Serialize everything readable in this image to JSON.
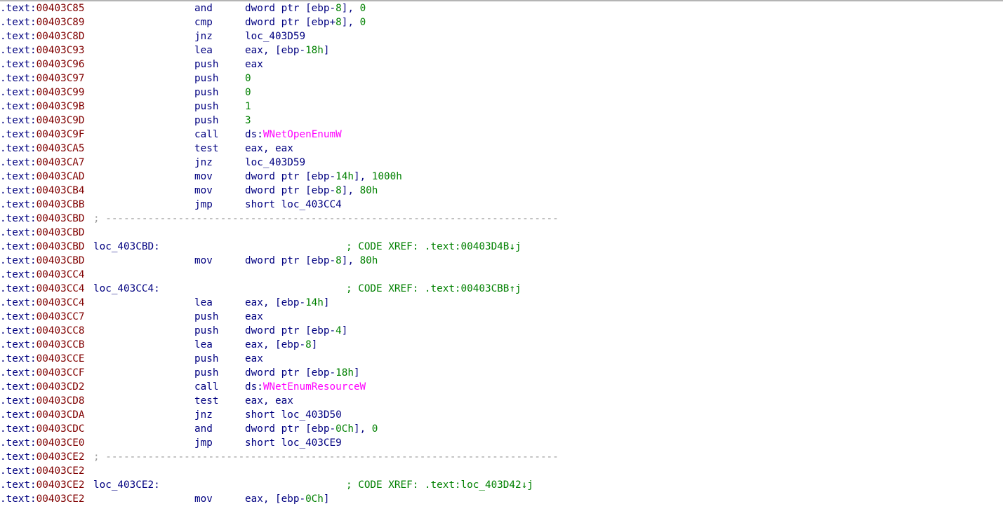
{
  "colors": {
    "section": "#000080",
    "offset": "#800000",
    "instruction": "#000080",
    "number": "#008000",
    "import": "#ff00ff",
    "comment": "#008000",
    "separator": "#9a9a9a"
  },
  "lines": [
    {
      "type": "ins",
      "section": ".text",
      "offset": "00403C85",
      "mnem": "and",
      "ops": [
        {
          "t": "dword ptr [ebp-"
        },
        {
          "t": "8",
          "c": "num"
        },
        {
          "t": "], "
        },
        {
          "t": "0",
          "c": "num"
        }
      ]
    },
    {
      "type": "ins",
      "section": ".text",
      "offset": "00403C89",
      "mnem": "cmp",
      "ops": [
        {
          "t": "dword ptr [ebp+"
        },
        {
          "t": "8",
          "c": "num"
        },
        {
          "t": "], "
        },
        {
          "t": "0",
          "c": "num"
        }
      ]
    },
    {
      "type": "ins",
      "section": ".text",
      "offset": "00403C8D",
      "mnem": "jnz",
      "ops": [
        {
          "t": "loc_403D59"
        }
      ]
    },
    {
      "type": "ins",
      "section": ".text",
      "offset": "00403C93",
      "mnem": "lea",
      "ops": [
        {
          "t": "eax, [ebp-"
        },
        {
          "t": "18h",
          "c": "num"
        },
        {
          "t": "]"
        }
      ]
    },
    {
      "type": "ins",
      "section": ".text",
      "offset": "00403C96",
      "mnem": "push",
      "ops": [
        {
          "t": "eax"
        }
      ]
    },
    {
      "type": "ins",
      "section": ".text",
      "offset": "00403C97",
      "mnem": "push",
      "ops": [
        {
          "t": "0",
          "c": "num"
        }
      ]
    },
    {
      "type": "ins",
      "section": ".text",
      "offset": "00403C99",
      "mnem": "push",
      "ops": [
        {
          "t": "0",
          "c": "num"
        }
      ]
    },
    {
      "type": "ins",
      "section": ".text",
      "offset": "00403C9B",
      "mnem": "push",
      "ops": [
        {
          "t": "1",
          "c": "num"
        }
      ]
    },
    {
      "type": "ins",
      "section": ".text",
      "offset": "00403C9D",
      "mnem": "push",
      "ops": [
        {
          "t": "3",
          "c": "num"
        }
      ]
    },
    {
      "type": "ins",
      "section": ".text",
      "offset": "00403C9F",
      "mnem": "call",
      "ops": [
        {
          "t": "ds:"
        },
        {
          "t": "WNetOpenEnumW",
          "c": "imp"
        }
      ]
    },
    {
      "type": "ins",
      "section": ".text",
      "offset": "00403CA5",
      "mnem": "test",
      "ops": [
        {
          "t": "eax, eax"
        }
      ]
    },
    {
      "type": "ins",
      "section": ".text",
      "offset": "00403CA7",
      "mnem": "jnz",
      "ops": [
        {
          "t": "loc_403D59"
        }
      ]
    },
    {
      "type": "ins",
      "section": ".text",
      "offset": "00403CAD",
      "mnem": "mov",
      "ops": [
        {
          "t": "dword ptr [ebp-"
        },
        {
          "t": "14h",
          "c": "num"
        },
        {
          "t": "], "
        },
        {
          "t": "1000h",
          "c": "num"
        }
      ]
    },
    {
      "type": "ins",
      "section": ".text",
      "offset": "00403CB4",
      "mnem": "mov",
      "ops": [
        {
          "t": "dword ptr [ebp-"
        },
        {
          "t": "8",
          "c": "num"
        },
        {
          "t": "], "
        },
        {
          "t": "80h",
          "c": "num"
        }
      ]
    },
    {
      "type": "ins",
      "section": ".text",
      "offset": "00403CBB",
      "mnem": "jmp",
      "ops": [
        {
          "t": "short loc_403CC4"
        }
      ]
    },
    {
      "type": "sep",
      "section": ".text",
      "offset": "00403CBD",
      "text": "; ---------------------------------------------------------------------------"
    },
    {
      "type": "blank",
      "section": ".text",
      "offset": "00403CBD"
    },
    {
      "type": "label",
      "section": ".text",
      "offset": "00403CBD",
      "label": "loc_403CBD:",
      "comment": "; CODE XREF: .text:00403D4B↓j"
    },
    {
      "type": "ins",
      "section": ".text",
      "offset": "00403CBD",
      "mnem": "mov",
      "ops": [
        {
          "t": "dword ptr [ebp-"
        },
        {
          "t": "8",
          "c": "num"
        },
        {
          "t": "], "
        },
        {
          "t": "80h",
          "c": "num"
        }
      ]
    },
    {
      "type": "blank",
      "section": ".text",
      "offset": "00403CC4"
    },
    {
      "type": "label",
      "section": ".text",
      "offset": "00403CC4",
      "label": "loc_403CC4:",
      "comment": "; CODE XREF: .text:00403CBB↑j"
    },
    {
      "type": "ins",
      "section": ".text",
      "offset": "00403CC4",
      "mnem": "lea",
      "ops": [
        {
          "t": "eax, [ebp-"
        },
        {
          "t": "14h",
          "c": "num"
        },
        {
          "t": "]"
        }
      ]
    },
    {
      "type": "ins",
      "section": ".text",
      "offset": "00403CC7",
      "mnem": "push",
      "ops": [
        {
          "t": "eax"
        }
      ]
    },
    {
      "type": "ins",
      "section": ".text",
      "offset": "00403CC8",
      "mnem": "push",
      "ops": [
        {
          "t": "dword ptr [ebp-"
        },
        {
          "t": "4",
          "c": "num"
        },
        {
          "t": "]"
        }
      ]
    },
    {
      "type": "ins",
      "section": ".text",
      "offset": "00403CCB",
      "mnem": "lea",
      "ops": [
        {
          "t": "eax, [ebp-"
        },
        {
          "t": "8",
          "c": "num"
        },
        {
          "t": "]"
        }
      ]
    },
    {
      "type": "ins",
      "section": ".text",
      "offset": "00403CCE",
      "mnem": "push",
      "ops": [
        {
          "t": "eax"
        }
      ]
    },
    {
      "type": "ins",
      "section": ".text",
      "offset": "00403CCF",
      "mnem": "push",
      "ops": [
        {
          "t": "dword ptr [ebp-"
        },
        {
          "t": "18h",
          "c": "num"
        },
        {
          "t": "]"
        }
      ]
    },
    {
      "type": "ins",
      "section": ".text",
      "offset": "00403CD2",
      "mnem": "call",
      "ops": [
        {
          "t": "ds:"
        },
        {
          "t": "WNetEnumResourceW",
          "c": "imp"
        }
      ]
    },
    {
      "type": "ins",
      "section": ".text",
      "offset": "00403CD8",
      "mnem": "test",
      "ops": [
        {
          "t": "eax, eax"
        }
      ]
    },
    {
      "type": "ins",
      "section": ".text",
      "offset": "00403CDA",
      "mnem": "jnz",
      "ops": [
        {
          "t": "short loc_403D50"
        }
      ]
    },
    {
      "type": "ins",
      "section": ".text",
      "offset": "00403CDC",
      "mnem": "and",
      "ops": [
        {
          "t": "dword ptr [ebp-"
        },
        {
          "t": "0Ch",
          "c": "num"
        },
        {
          "t": "], "
        },
        {
          "t": "0",
          "c": "num"
        }
      ]
    },
    {
      "type": "ins",
      "section": ".text",
      "offset": "00403CE0",
      "mnem": "jmp",
      "ops": [
        {
          "t": "short loc_403CE9"
        }
      ]
    },
    {
      "type": "sep",
      "section": ".text",
      "offset": "00403CE2",
      "text": "; ---------------------------------------------------------------------------"
    },
    {
      "type": "blank",
      "section": ".text",
      "offset": "00403CE2"
    },
    {
      "type": "label",
      "section": ".text",
      "offset": "00403CE2",
      "label": "loc_403CE2:",
      "comment": "; CODE XREF: .text:loc_403D42↓j"
    },
    {
      "type": "ins",
      "section": ".text",
      "offset": "00403CE2",
      "mnem": "mov",
      "ops": [
        {
          "t": "eax, [ebp-"
        },
        {
          "t": "0Ch",
          "c": "num"
        },
        {
          "t": "]"
        }
      ]
    }
  ]
}
